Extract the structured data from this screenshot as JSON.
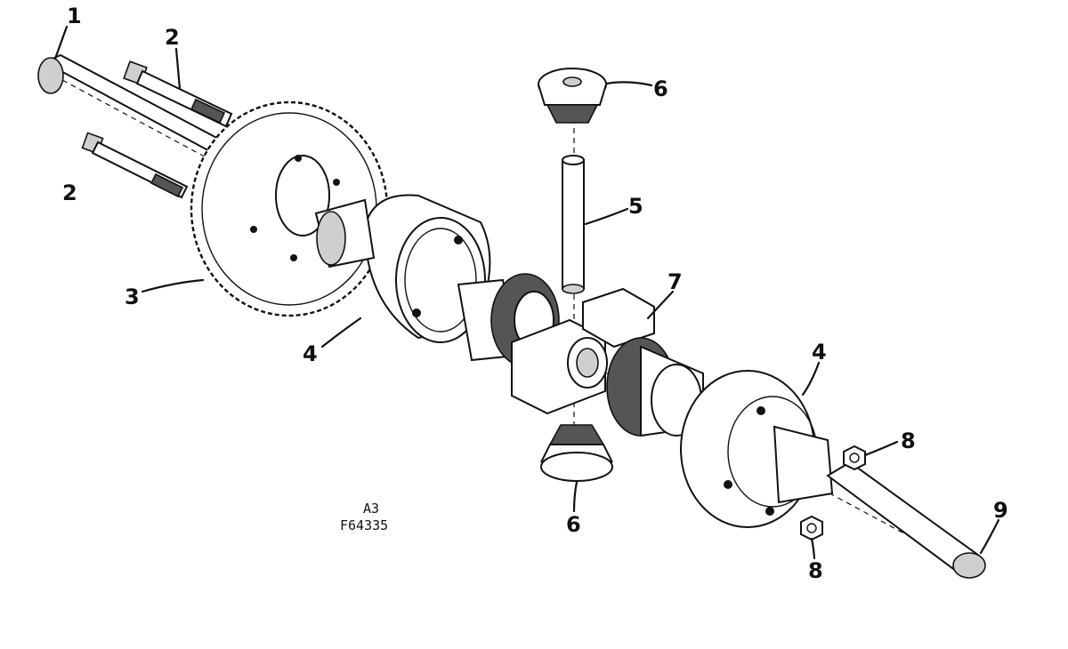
{
  "labels": {
    "l1": "1",
    "l2a": "2",
    "l2b": "2",
    "l3": "3",
    "l4a": "4",
    "l4b": "4",
    "l5": "5",
    "l6a": "6",
    "l6b": "6",
    "l7": "7",
    "l8a": "8",
    "l8b": "8",
    "l9": "9"
  },
  "figure_code": {
    "line1": "A3",
    "line2": "F64335"
  }
}
